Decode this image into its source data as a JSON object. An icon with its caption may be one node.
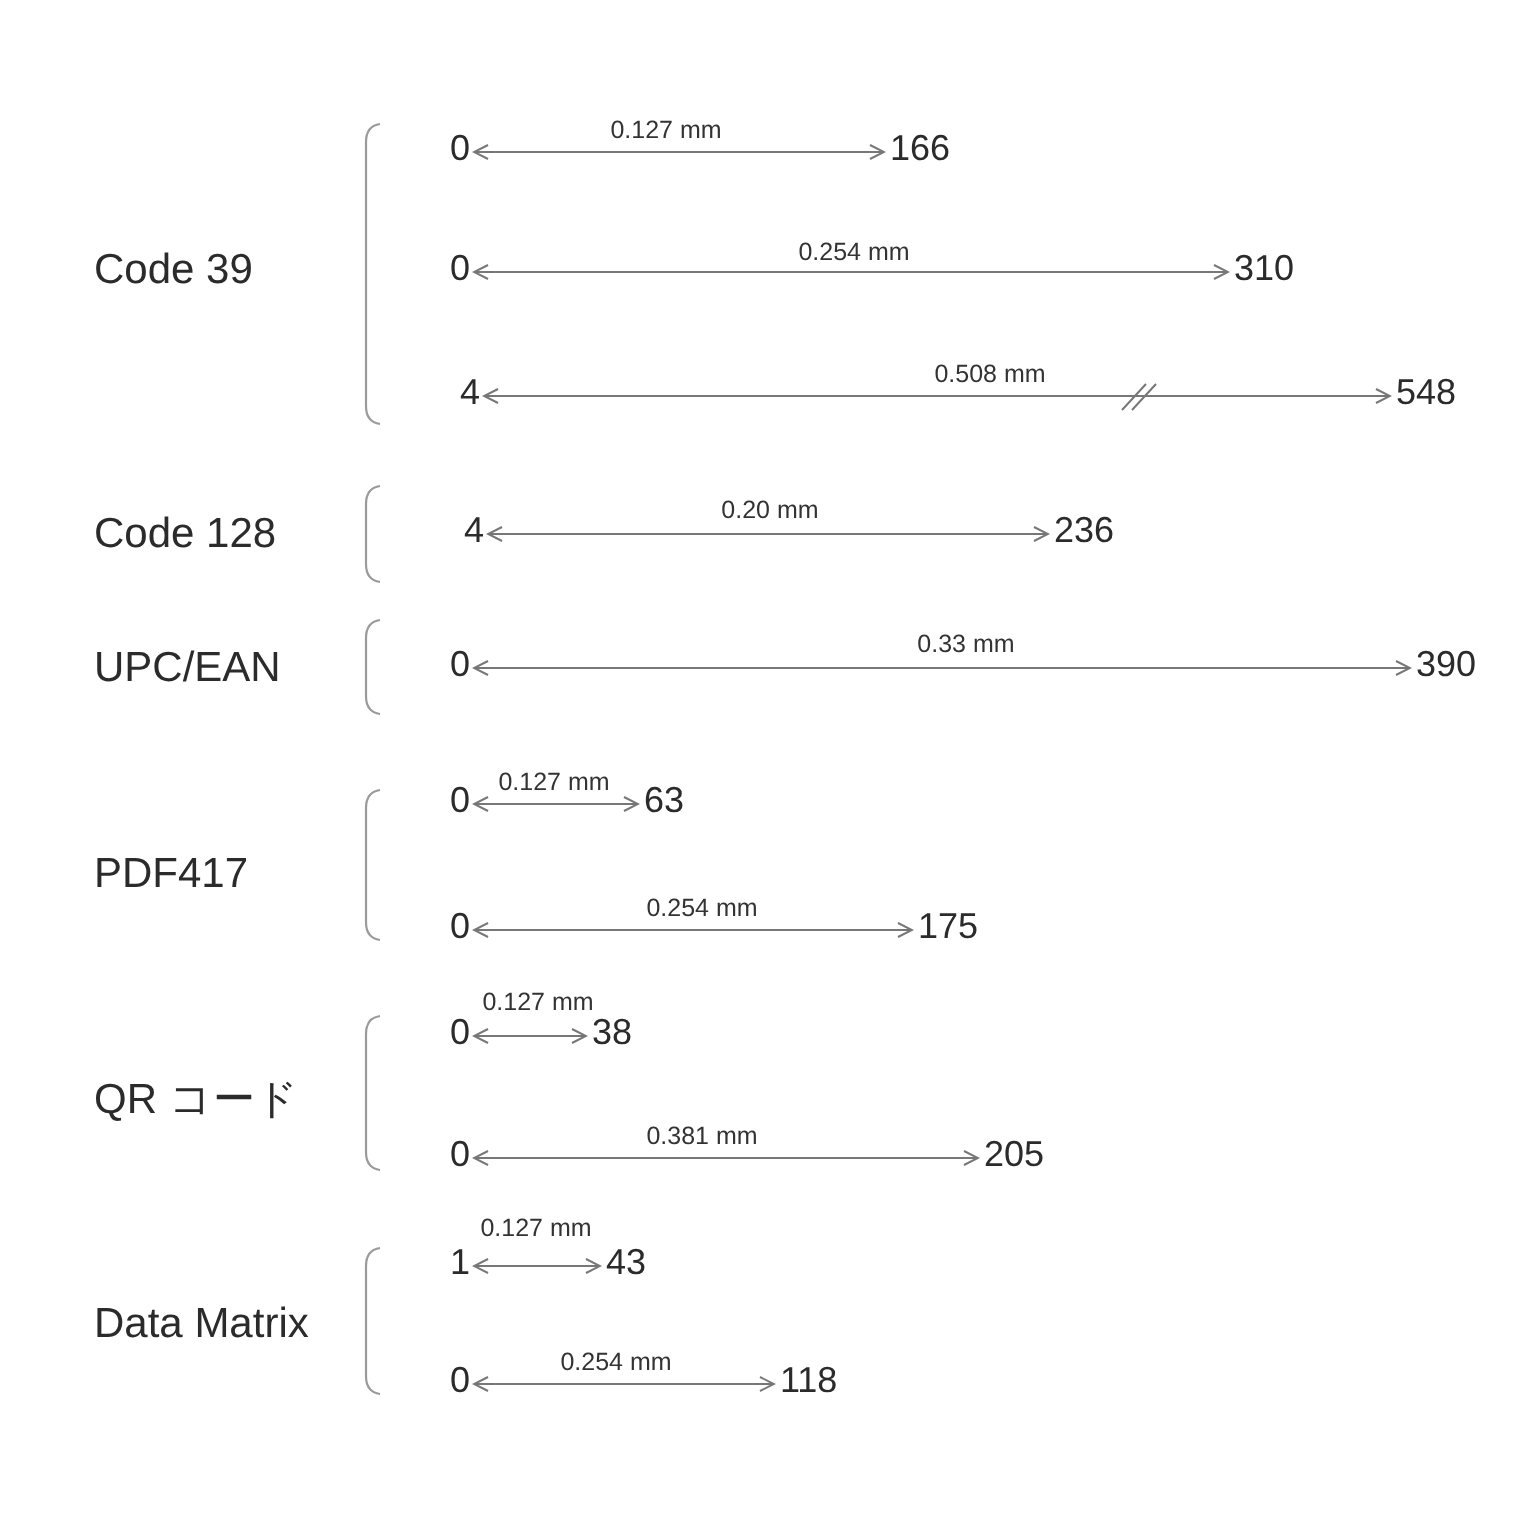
{
  "diagram": {
    "nodes": [
      {
        "text": [
          "Code 39"
        ]
      },
      {
        "text": [
          "0"
        ]
      },
      {
        "text": [
          "166"
        ]
      },
      {
        "text": [
          "0"
        ]
      },
      {
        "text": [
          "310"
        ]
      },
      {
        "text": [
          "4"
        ]
      },
      {
        "text": [
          "548"
        ]
      },
      {
        "text": [
          "Code 128"
        ]
      },
      {
        "text": [
          "4"
        ]
      },
      {
        "text": [
          "236"
        ]
      },
      {
        "text": [
          "UPC/EAN"
        ]
      },
      {
        "text": [
          "0"
        ]
      },
      {
        "text": [
          "390"
        ]
      },
      {
        "text": [
          "PDF417"
        ]
      },
      {
        "text": [
          "0"
        ]
      },
      {
        "text": [
          "63"
        ]
      },
      {
        "text": [
          "0"
        ]
      },
      {
        "text": [
          "175"
        ]
      },
      {
        "text": [
          "QR コード"
        ]
      },
      {
        "text": [
          "0"
        ]
      },
      {
        "text": [
          "38"
        ]
      },
      {
        "text": [
          "0"
        ]
      },
      {
        "text": [
          "205"
        ]
      },
      {
        "text": [
          "Data Matrix"
        ]
      },
      {
        "text": [
          "1"
        ]
      },
      {
        "text": [
          "43"
        ]
      },
      {
        "text": [
          "0"
        ]
      },
      {
        "text": [
          "118"
        ]
      }
    ],
    "edges": [
      {
        "from": 1,
        "to": 2,
        "arrow": "both",
        "label": "0.127 mm"
      },
      {
        "from": 3,
        "to": 4,
        "arrow": "both",
        "label": "0.254 mm"
      },
      {
        "from": 5,
        "to": 6,
        "arrow": "both",
        "label": "0.508 mm"
      },
      {
        "from": 8,
        "to": 9,
        "arrow": "both",
        "label": "0.20 mm"
      },
      {
        "from": 11,
        "to": 12,
        "arrow": "both",
        "label": "0.33 mm"
      },
      {
        "from": 14,
        "to": 15,
        "arrow": "both",
        "label": "0.127 mm"
      },
      {
        "from": 16,
        "to": 17,
        "arrow": "both",
        "label": "0.254 mm"
      },
      {
        "from": 19,
        "to": 20,
        "arrow": "both",
        "label": "0.127 mm"
      },
      {
        "from": 21,
        "to": 22,
        "arrow": "both",
        "label": "0.381 mm"
      },
      {
        "from": 24,
        "to": 25,
        "arrow": "both",
        "label": "0.127 mm"
      },
      {
        "from": 26,
        "to": 27,
        "arrow": "both",
        "label": "0.254 mm"
      }
    ]
  }
}
